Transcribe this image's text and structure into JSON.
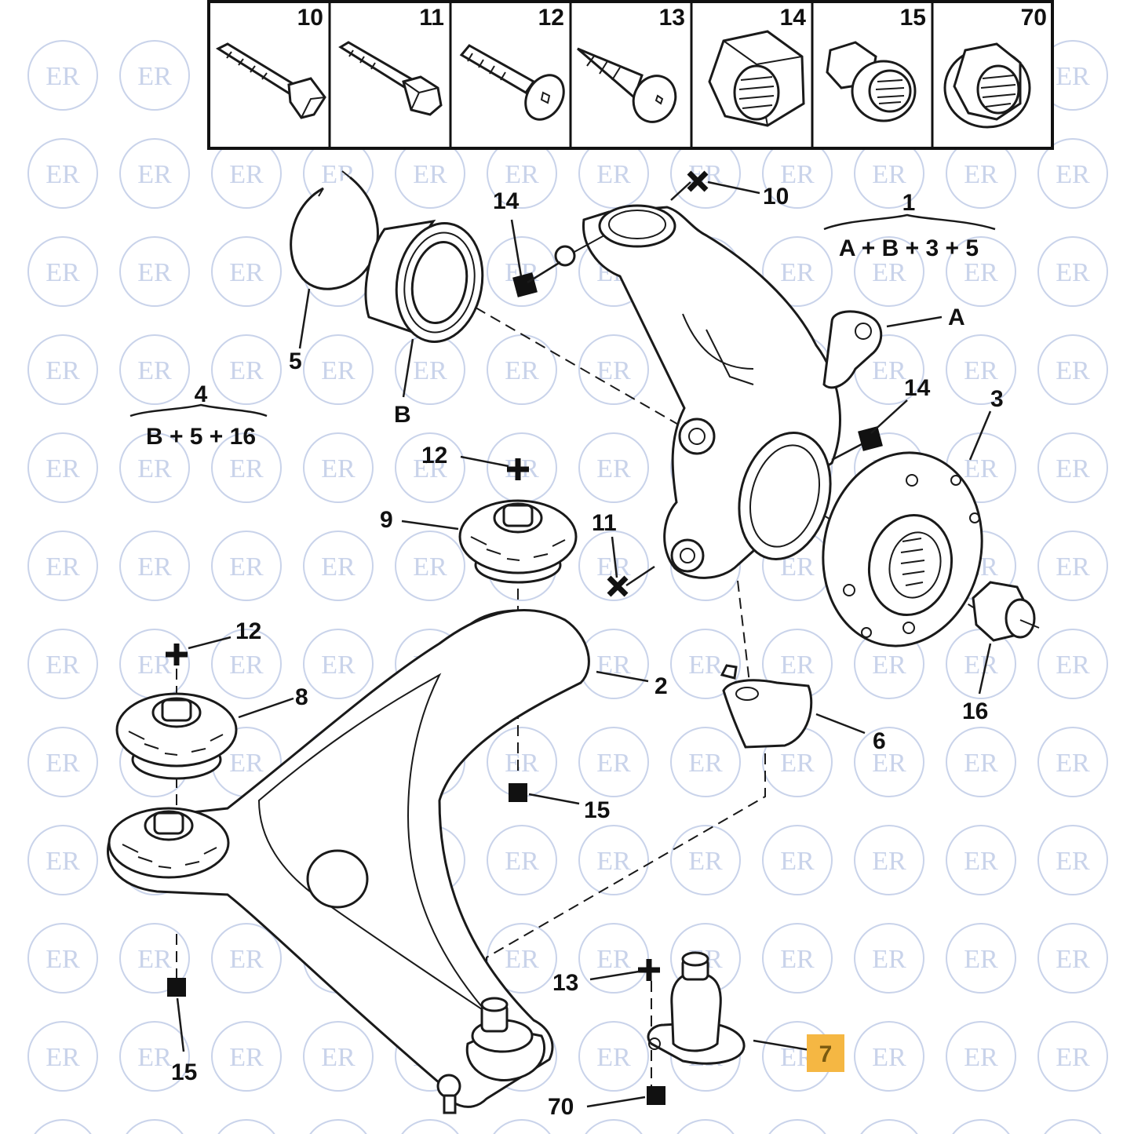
{
  "watermark": {
    "text": "ER",
    "color": "#c9d3ea"
  },
  "fastener_header": [
    "10",
    "11",
    "12",
    "13",
    "14",
    "15",
    "70"
  ],
  "labels": {
    "l1": "1",
    "l2": "2",
    "l3": "3",
    "l4": "4",
    "l5": "5",
    "l6": "6",
    "l7": "7",
    "l8": "8",
    "l9": "9",
    "l10": "10",
    "l11": "11",
    "l12a": "12",
    "l12b": "12",
    "l13": "13",
    "l14a": "14",
    "l14b": "14",
    "l15a": "15",
    "l15b": "15",
    "l16": "16",
    "l70": "70",
    "lA": "A",
    "lB": "B"
  },
  "kits": {
    "kit1_formula": "A + B + 3 + 5",
    "kit4_formula": "B + 5 + 16"
  },
  "highlight": {
    "label": "7",
    "color": "#f5b743"
  },
  "symbols": {
    "plus": "torque-plus",
    "cross": "torque-cross",
    "square": "replace-square"
  }
}
